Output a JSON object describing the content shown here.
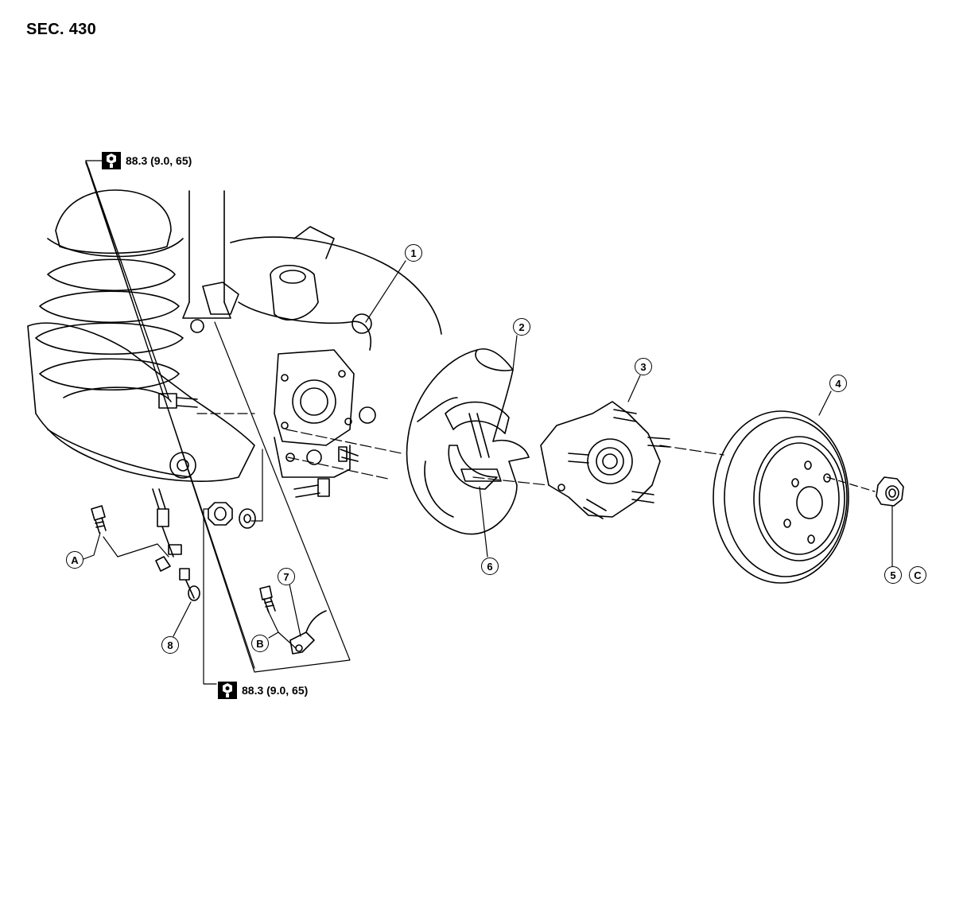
{
  "section_title": "SEC. 430",
  "torque_labels": {
    "top": "88.3 (9.0, 65)",
    "bottom": "88.3 (9.0, 65)"
  },
  "callouts": {
    "c1": "1",
    "c2": "2",
    "c3": "3",
    "c4": "4",
    "c5": "5",
    "c6": "6",
    "c7": "7",
    "c8": "8",
    "cA": "A",
    "cB": "B",
    "cC": "C"
  },
  "icons": {
    "torque": "torque-wrench-icon"
  }
}
